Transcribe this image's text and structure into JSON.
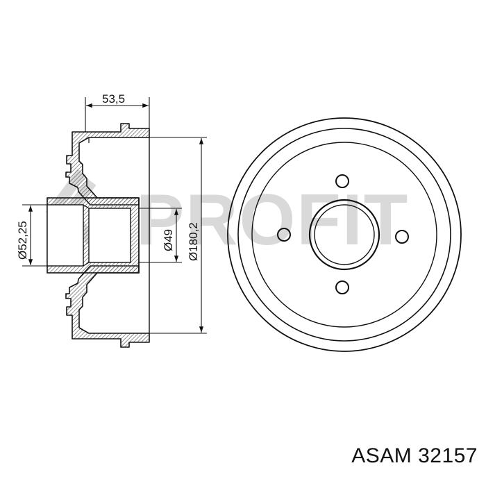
{
  "watermark": {
    "text": "PROFIT"
  },
  "dimensions": {
    "width_top": "53,5",
    "inner_hub_diameter": "Ø52,25",
    "bore_diameter": "Ø49",
    "outer_diameter": "Ø180,2"
  },
  "caption": {
    "text": "ASAM 32157"
  },
  "colors": {
    "line": "#111111",
    "hatch": "#555555",
    "watermark": "#d9d9d9"
  }
}
